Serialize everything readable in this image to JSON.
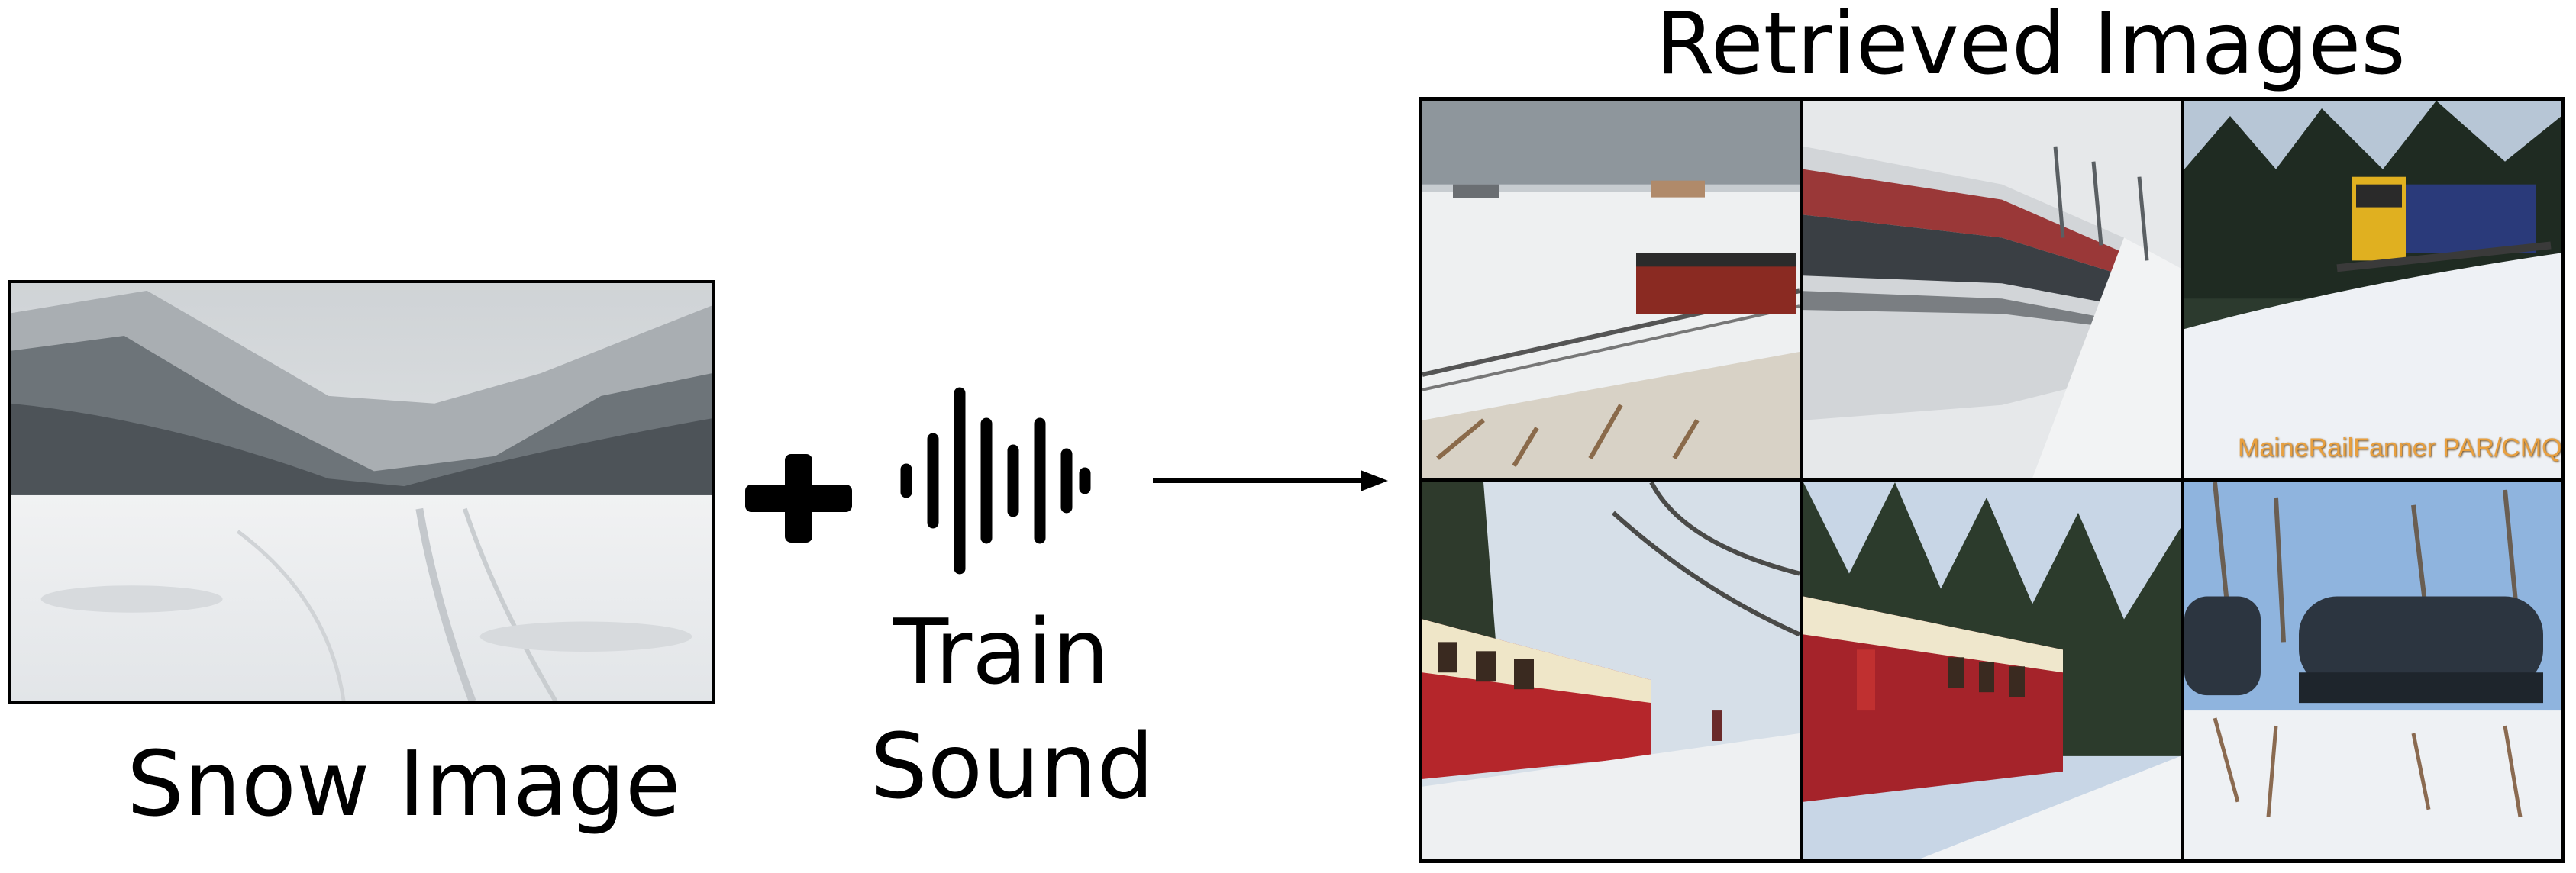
{
  "snow_image": {
    "caption": "Snow Image"
  },
  "train_sound": {
    "caption_line1": "Train",
    "caption_line2": "Sound"
  },
  "retrieved": {
    "title": "Retrieved Images",
    "watermark": "MaineRailFanner PAR/CMQ/NBS"
  },
  "icons": [
    "plus-icon",
    "sound-wave-icon",
    "right-arrow-icon"
  ]
}
